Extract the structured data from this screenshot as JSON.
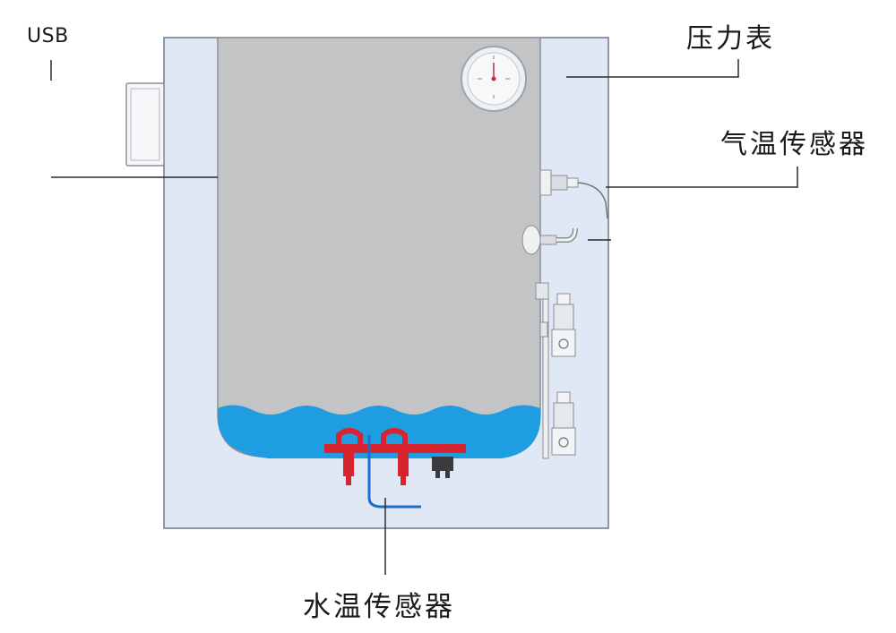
{
  "labels": {
    "usb": "USB",
    "pressure_gauge": "压力表",
    "air_temp_sensor": "气温传感器",
    "water_temp_sensor": "水温传感器"
  },
  "colors": {
    "enclosure": "#dfe8f4",
    "enclosure_border": "#6f7b88",
    "tank": "#c3c4c6",
    "tank_border": "#8d9095",
    "water": "#1e9de0",
    "heater": "#d8242e",
    "sensor_wire": "#1b6fc4",
    "leader_line": "#2a2a2a"
  },
  "icons": {
    "gauge": "pressure-gauge-icon",
    "usb_port": "usb-port-icon",
    "heater": "heating-element-icon",
    "valve": "solenoid-valve-icon"
  }
}
